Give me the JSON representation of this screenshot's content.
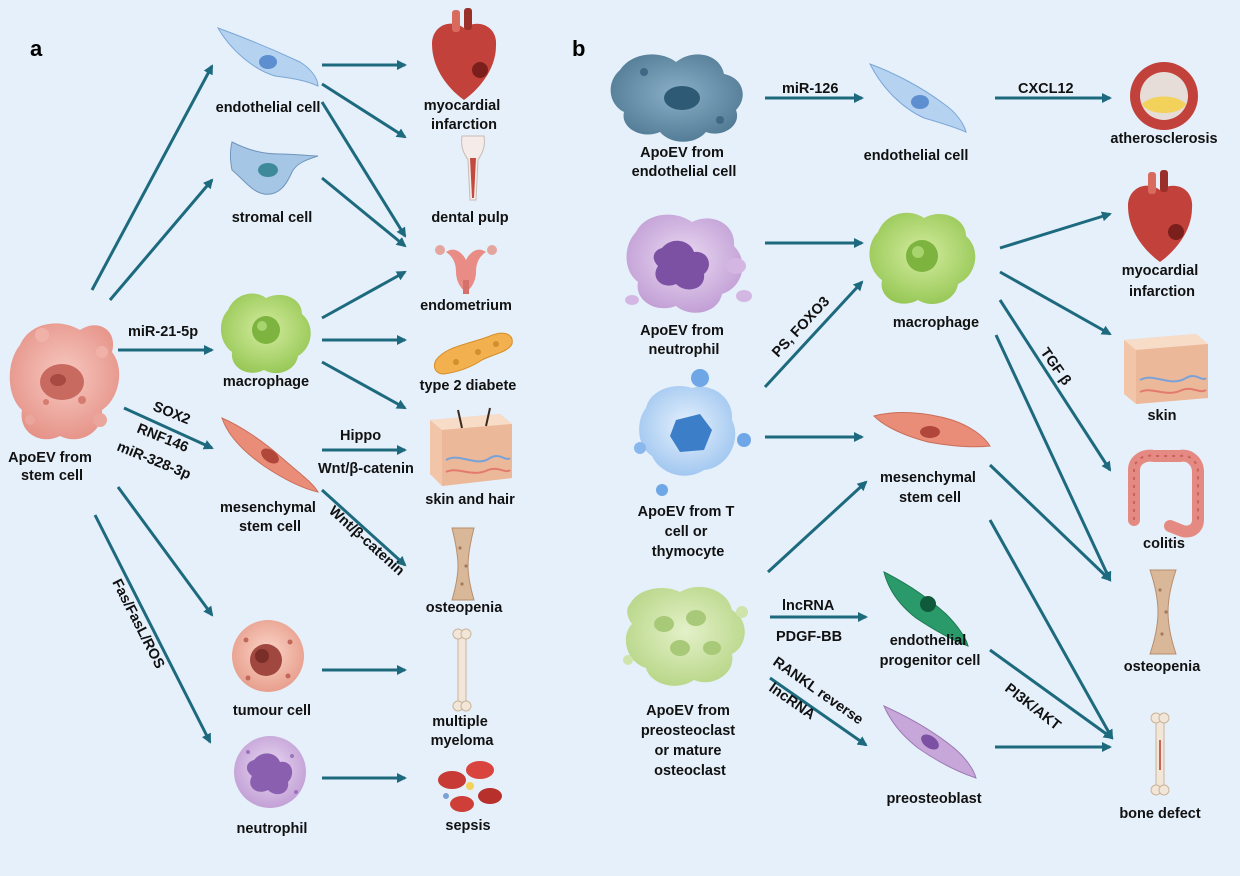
{
  "panels": {
    "a": "a",
    "b": "b"
  },
  "a": {
    "source": [
      "ApoEV from",
      "stem cell"
    ],
    "cells": {
      "endothelial": [
        "endothelial cell"
      ],
      "stromal": [
        "stromal cell"
      ],
      "macrophage": [
        "macrophage"
      ],
      "msc": [
        "mesenchymal",
        "stem cell"
      ],
      "tumour": [
        "tumour cell"
      ],
      "neutrophil": [
        "neutrophil"
      ]
    },
    "outcomes": {
      "mi": [
        "myocardial",
        "infarction"
      ],
      "pulp": [
        "dental pulp"
      ],
      "endometrium": [
        "endometrium"
      ],
      "diabetes": [
        "type 2 diabete"
      ],
      "skin_hair": [
        "skin and hair"
      ],
      "osteopenia": [
        "osteopenia"
      ],
      "myeloma": [
        "multiple",
        "myeloma"
      ],
      "sepsis": [
        "sepsis"
      ]
    },
    "labels": {
      "mir21": "miR-21-5p",
      "sox2": "SOX2",
      "rnf146": "RNF146",
      "mir328": "miR-328-3p",
      "fas": "Fas/FasL/ROS",
      "hippo": "Hippo",
      "wnt1": "Wnt/β-catenin",
      "wnt2": "Wnt/β-catenin"
    }
  },
  "b": {
    "sources": {
      "endothelial": [
        "ApoEV from",
        "endothelial cell"
      ],
      "neutrophil": [
        "ApoEV from",
        "neutrophil"
      ],
      "tcell": [
        "ApoEV from T",
        "cell or",
        "thymocyte"
      ],
      "osteoclast": [
        "ApoEV from",
        "preosteoclast",
        "or mature",
        "osteoclast"
      ]
    },
    "cells": {
      "endothelial": [
        "endothelial cell"
      ],
      "macrophage": [
        "macrophage"
      ],
      "msc": [
        "mesenchymal",
        "stem cell"
      ],
      "epc": [
        "endothelial",
        "progenitor cell"
      ],
      "preosteoblast": [
        "preosteoblast"
      ]
    },
    "outcomes": {
      "atherosclerosis": [
        "atherosclerosis"
      ],
      "mi": [
        "myocardial",
        "infarction"
      ],
      "skin": [
        "skin"
      ],
      "colitis": [
        "colitis"
      ],
      "osteopenia": [
        "osteopenia"
      ],
      "bone_defect": [
        "bone defect"
      ]
    },
    "labels": {
      "mir126": "miR-126",
      "cxcl12": "CXCL12",
      "ps_foxo3": "PS, FOXO3",
      "tgfb": "TGF β",
      "lncrna1": "lncRNA",
      "pdgfbb": "PDGF-BB",
      "rankl": "RANKL reverse",
      "lncrna2": "lncRNA",
      "pi3k": "PI3K/AKT"
    }
  },
  "colors": {
    "background": "#e6f0fa",
    "arrow": "#1d6a7e",
    "stem": "#e9a39a",
    "endothelial": "#a9c8ec",
    "macrophage": "#9ccf5a",
    "msc": "#e8907a",
    "tumour": "#e9a08e",
    "neutrophil": "#c9a8d8",
    "epc": "#2a9a6a",
    "preosteoblast": "#c7a6d9",
    "tcell": "#7fb0e6",
    "osteoclast": "#b9d88a",
    "heart": "#c2423b",
    "bone": "#d9b89a"
  }
}
